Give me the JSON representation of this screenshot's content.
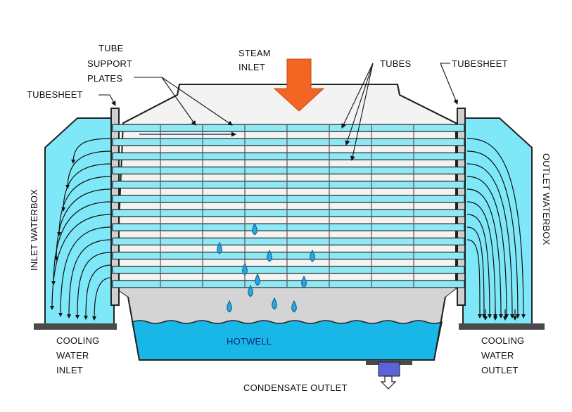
{
  "labels": {
    "tube_support_plates": [
      "TUBE",
      "SUPPORT",
      "PLATES"
    ],
    "steam_inlet": [
      "STEAM",
      "INLET"
    ],
    "tubes": "TUBES",
    "tubesheet_right": "TUBESHEET",
    "tubesheet_left": "TUBESHEET",
    "inlet_waterbox": "INLET WATERBOX",
    "outlet_waterbox": "OUTLET WATERBOX",
    "hotwell": "HOTWELL",
    "cooling_water_inlet": [
      "COOLING",
      "WATER",
      "INLET"
    ],
    "cooling_water_outlet": [
      "COOLING",
      "WATER",
      "OUTLET"
    ],
    "condensate_outlet": "CONDENSATE OUTLET"
  },
  "colors": {
    "water": "#7fe8f8",
    "tube": "#8ee9f5",
    "hotwell": "#18b7e8",
    "steam_arrow": "#f26522",
    "outlet_pipe": "#5b63d6",
    "shell_fill": "#f3f3f3",
    "lower_shell": "#d4d4d4",
    "droplet": "#2aa6e0"
  },
  "tube_count": 12
}
